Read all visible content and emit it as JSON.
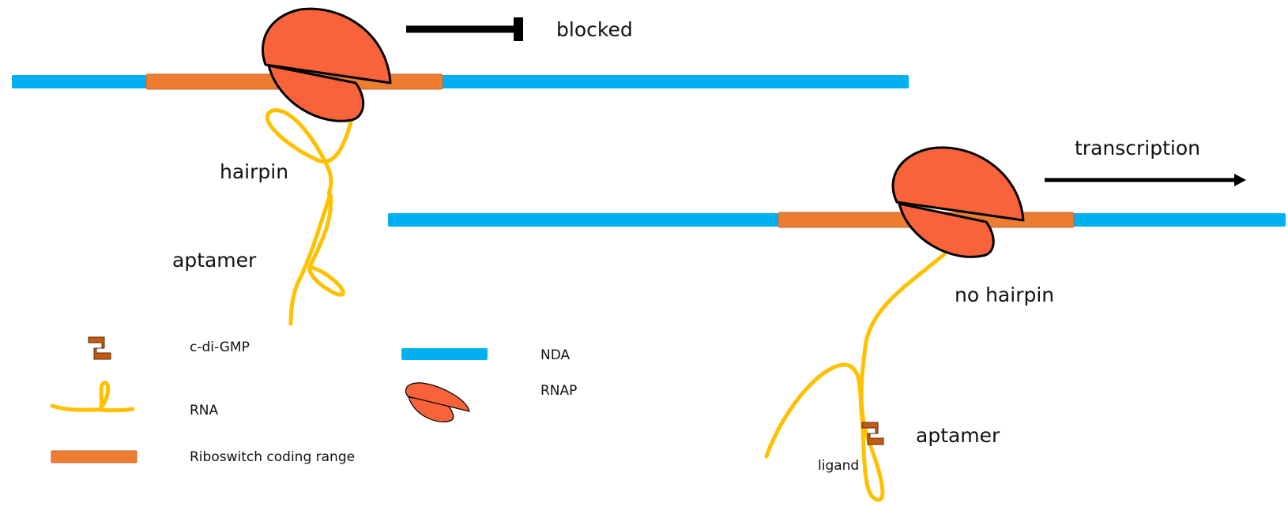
{
  "top_panel": {
    "blocked_label": "blocked",
    "hairpin_label": "hairpin",
    "aptamer_label": "aptamer"
  },
  "bottom_panel": {
    "transcription_label": "transcription",
    "no_hairpin_label": "no hairpin",
    "aptamer_label": "aptamer",
    "ligand_label": "ligand"
  },
  "legend": {
    "items": [
      {
        "label": "c-di-GMP",
        "icon": "c-di-gmp-icon"
      },
      {
        "label": "RNA",
        "icon": "rna-icon"
      },
      {
        "label": "Riboswitch coding range",
        "icon": "riboswitch-range-icon"
      },
      {
        "label": "NDA",
        "icon": "dna-icon"
      },
      {
        "label": "RNAP",
        "icon": "rnap-icon"
      }
    ]
  },
  "colors": {
    "dna": "#00b0f0",
    "riboswitch": "#ed7d31",
    "rnap": "#f9633b",
    "rna": "#ffc000",
    "ligand": "#c55a11",
    "arrow": "#000000"
  }
}
